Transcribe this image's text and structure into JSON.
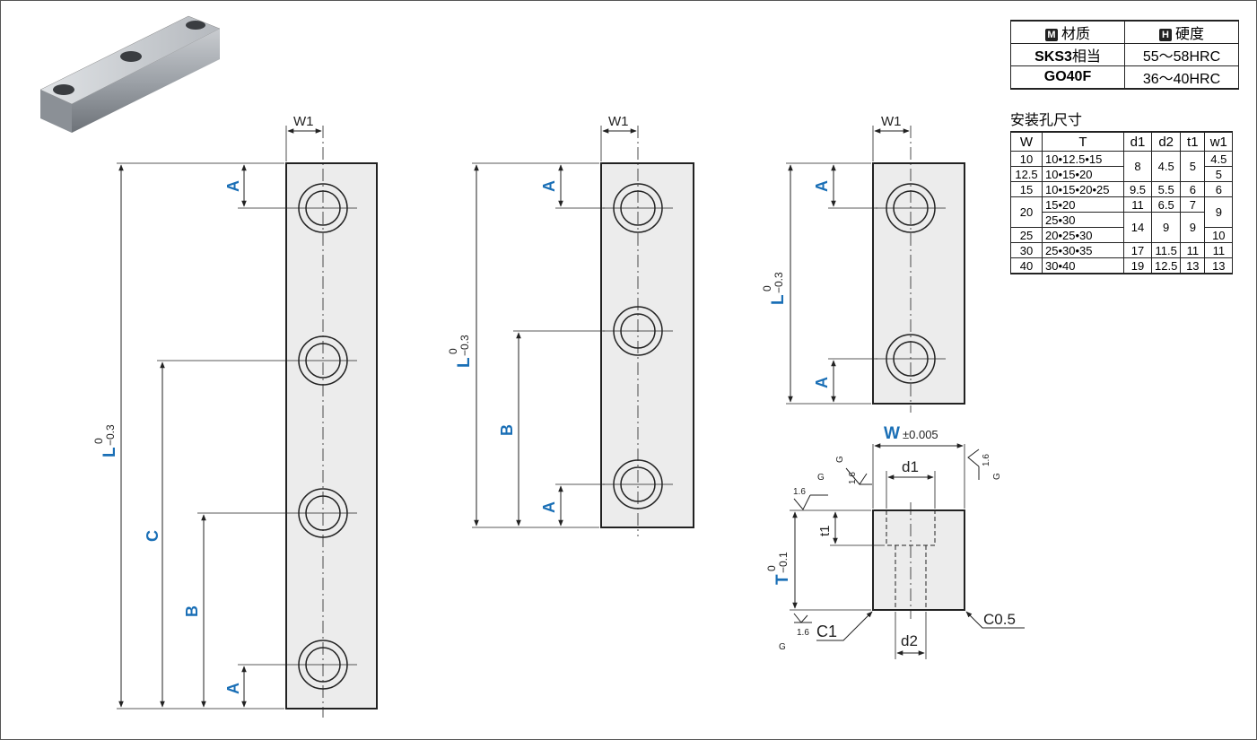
{
  "material_table": {
    "header_material_badge": "M",
    "header_material": "材质",
    "header_hardness_badge": "H",
    "header_hardness": "硬度",
    "rows": [
      {
        "material_code": "SKS3",
        "material_suffix": "相当",
        "hardness": "55～58HRC"
      },
      {
        "material_code": "GO40F",
        "material_suffix": "",
        "hardness": "36～40HRC"
      }
    ]
  },
  "hole_table": {
    "title": "安装孔尺寸",
    "headers": {
      "W": "W",
      "T": "T",
      "d1": "d1",
      "d2": "d2",
      "t1": "t1",
      "w1": "w1"
    },
    "rows": [
      {
        "W": "10",
        "T": "10•12.5•15",
        "d1": "8",
        "d2": "4.5",
        "t1": "5",
        "w1": "4.5"
      },
      {
        "W": "12.5",
        "T": "10•15•20",
        "w1": "5"
      },
      {
        "W": "15",
        "T": "10•15•20•25",
        "d1": "9.5",
        "d2": "5.5",
        "t1": "6",
        "w1": "6"
      },
      {
        "W": "20",
        "T": "15•20",
        "d1": "11",
        "d2": "6.5",
        "t1": "7",
        "w1": "9"
      },
      {
        "T": "25•30",
        "d1": "14",
        "d2": "9",
        "t1": "9"
      },
      {
        "W": "25",
        "T": "20•25•30",
        "w1": "10"
      },
      {
        "W": "30",
        "T": "25•30•35",
        "d1": "17",
        "d2": "11.5",
        "t1": "11",
        "w1": "11"
      },
      {
        "W": "40",
        "T": "30•40",
        "d1": "19",
        "d2": "12.5",
        "t1": "13",
        "w1": "13"
      }
    ]
  },
  "labels": {
    "w1": "W1",
    "A": "A",
    "B": "B",
    "C": "C",
    "L": "L",
    "L_tol_upper": "0",
    "L_tol_lower": "−0.3",
    "W": "W",
    "W_tol": "±0.005",
    "T": "T",
    "T_tol_upper": "0",
    "T_tol_lower": "−0.1",
    "d1": "d1",
    "d2": "d2",
    "t1": "t1",
    "C1": "C1",
    "C05": "C0.5",
    "roughness": "1.6",
    "grind": "G"
  },
  "colors": {
    "dimension_letters": "#1a6fb6",
    "lines": "#222222",
    "part_fill": "#ececec"
  }
}
